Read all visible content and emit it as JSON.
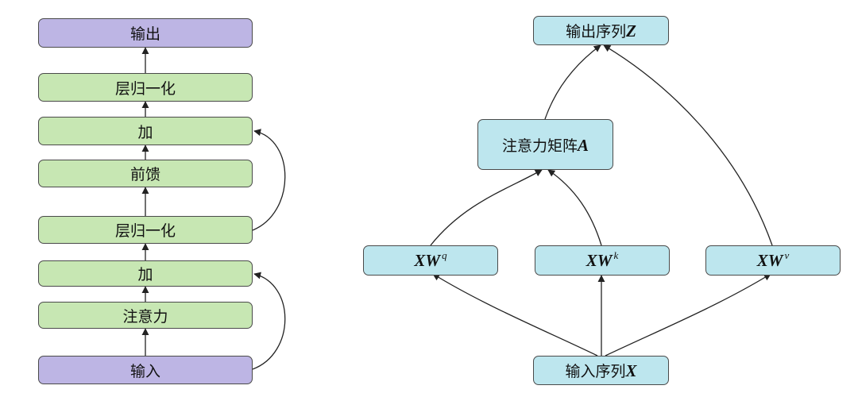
{
  "encoder": {
    "output": "输出",
    "norm_top": "层归一化",
    "add_top": "加",
    "feed_forward": "前馈",
    "norm_mid": "层归一化",
    "add_bottom": "加",
    "attention": "注意力",
    "input": "输入"
  },
  "attention_flow": {
    "output_label": "输出序列",
    "output_symbol": "Z",
    "matrix_label": "注意力矩阵",
    "matrix_symbol": "A",
    "query_base": "XW",
    "query_sup": "q",
    "key_base": "XW",
    "key_sup": "k",
    "value_base": "XW",
    "value_sup": "v",
    "input_label": "输入序列",
    "input_symbol": "X"
  },
  "colors": {
    "io_fill": "#bdb5e4",
    "layer_fill": "#c7e7b3",
    "flow_fill": "#bde6ee",
    "stroke": "#4a4a4a"
  }
}
